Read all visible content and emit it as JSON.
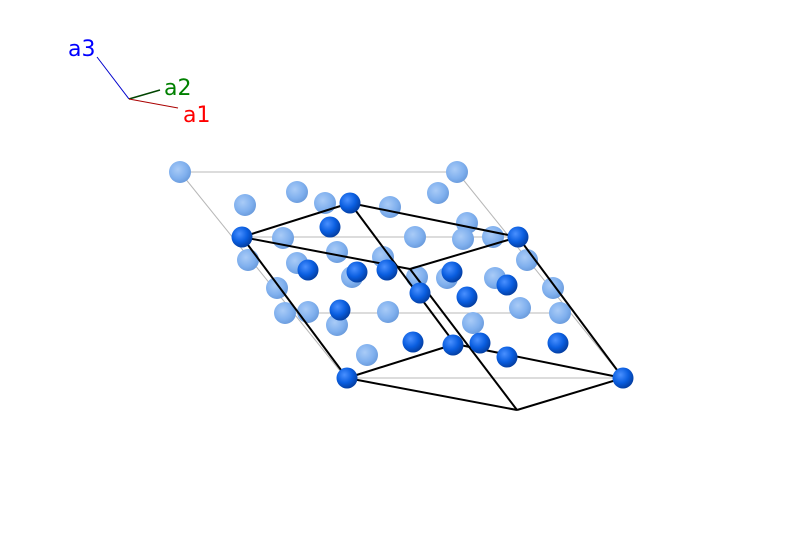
{
  "axes": {
    "a1": {
      "label": "a1",
      "color": "#ff0000"
    },
    "a2": {
      "label": "a2",
      "color": "#008000"
    },
    "a3": {
      "label": "a3",
      "color": "#0000ff"
    }
  },
  "colors": {
    "atom_front": "#0a5ee0",
    "atom_back": "#7fb0ee",
    "cell_edge": "#000000",
    "cell_edge_back": "#b8b8b8"
  }
}
